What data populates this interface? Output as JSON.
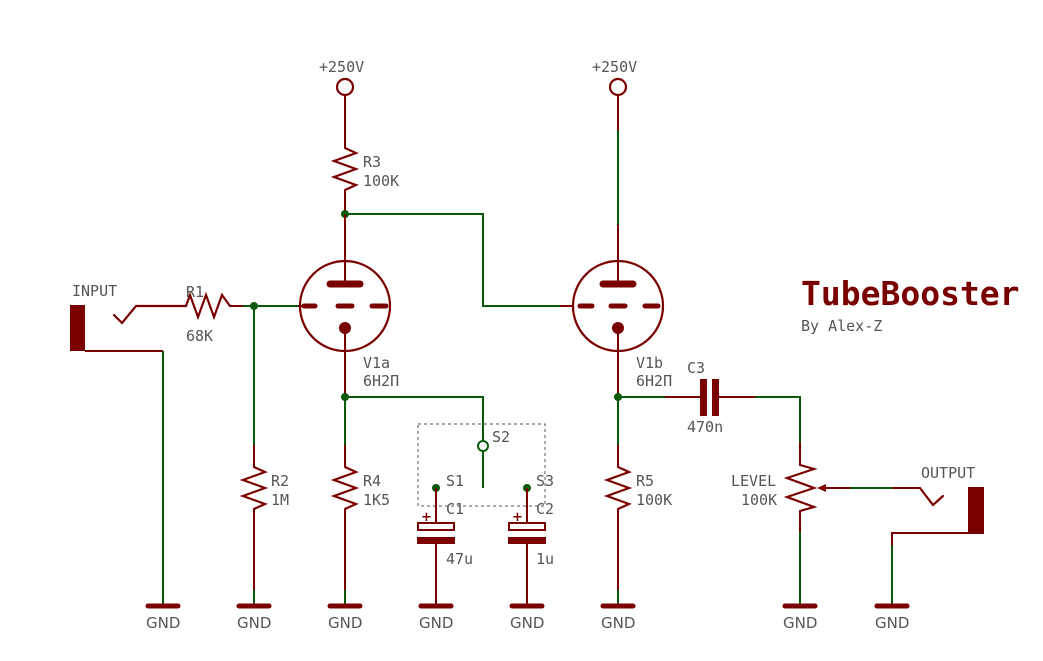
{
  "title": "TubeBooster",
  "author": "By Alex-Z",
  "colors": {
    "symbol": "#7a0000",
    "wire": "#0b5a0b",
    "text": "#555555",
    "title": "#7a0000"
  },
  "supplies": [
    {
      "label": "+250V"
    },
    {
      "label": "+250V"
    }
  ],
  "jacks": {
    "input": {
      "label": "INPUT"
    },
    "output": {
      "label": "OUTPUT"
    }
  },
  "resistors": {
    "r1": {
      "name": "R1",
      "value": "68K"
    },
    "r2": {
      "name": "R2",
      "value": "1M"
    },
    "r3": {
      "name": "R3",
      "value": "100K"
    },
    "r4": {
      "name": "R4",
      "value": "1K5"
    },
    "r5": {
      "name": "R5",
      "value": "100K"
    }
  },
  "tubes": {
    "v1a": {
      "name": "V1a",
      "type": "6H2П"
    },
    "v1b": {
      "name": "V1b",
      "type": "6H2П"
    }
  },
  "capacitors": {
    "c1": {
      "name": "C1",
      "value": "47u",
      "polarity": "+"
    },
    "c2": {
      "name": "C2",
      "value": "1u",
      "polarity": "+"
    },
    "c3": {
      "name": "C3",
      "value": "470n"
    }
  },
  "switch": {
    "s1": "S1",
    "s2": "S2",
    "s3": "S3"
  },
  "pot": {
    "name": "LEVEL",
    "value": "100K"
  },
  "ground_label": "GND"
}
